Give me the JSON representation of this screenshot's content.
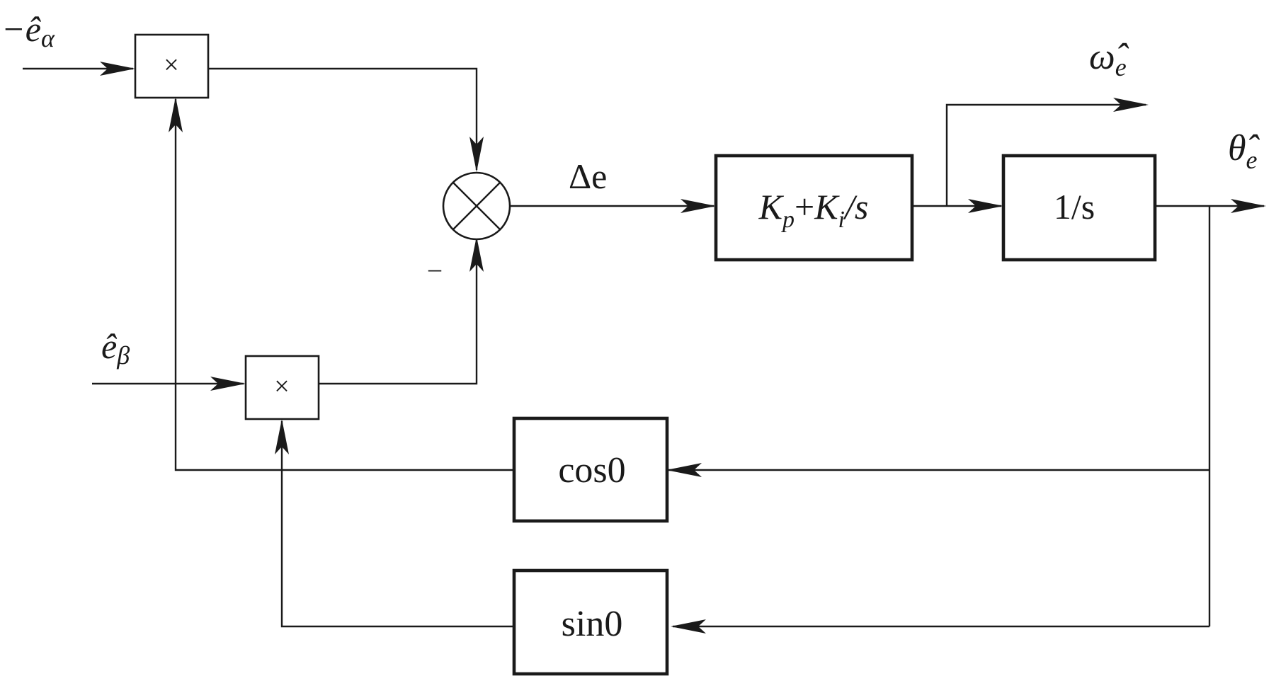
{
  "signals": {
    "e_alpha": "−ê",
    "e_alpha_sub": "α",
    "e_beta": "ê",
    "e_beta_sub": "β",
    "delta_e": "Δe",
    "minus_sign": "–",
    "omega_hat": "ω̂",
    "omega_sub": "e",
    "theta_hat": "θ̂",
    "theta_sub": "e"
  },
  "blocks": {
    "mult_top": "×",
    "mult_bottom": "×",
    "pi_k1": "K",
    "pi_p": "p",
    "pi_plus": "+",
    "pi_k2": "K",
    "pi_i": "i",
    "pi_tail": "/s",
    "integrator": "1/s",
    "cos_block": "cos0",
    "sin_block": "sin0"
  }
}
